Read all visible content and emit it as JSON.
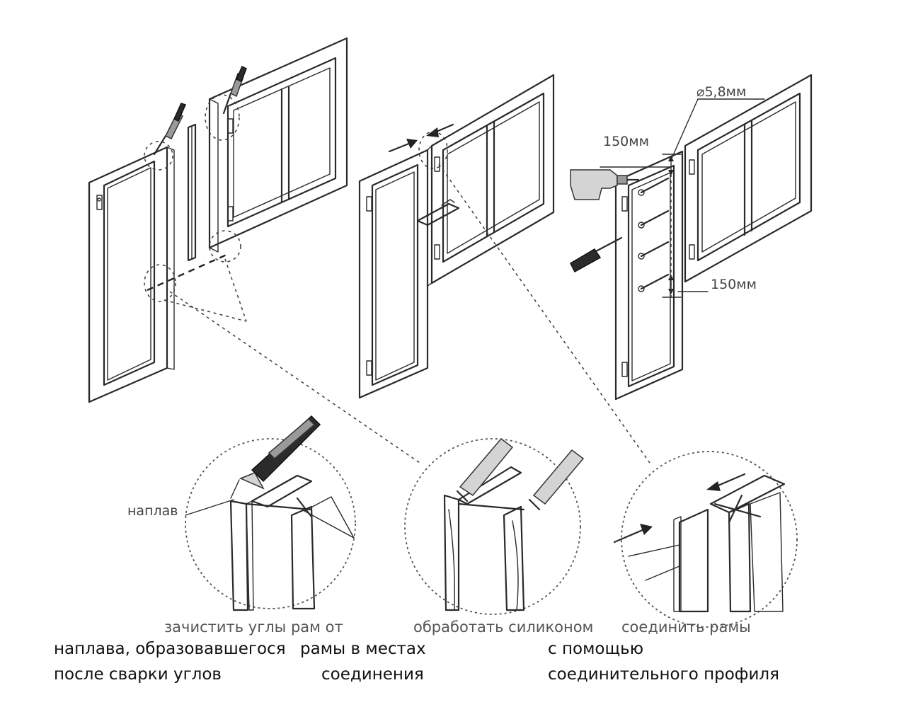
{
  "labels": {
    "diameter": "⌀5,8мм",
    "dim_top": "150мм",
    "dim_bottom": "150мм",
    "naplav": "наплав"
  },
  "captions": {
    "step1_line1": "зачистить углы рам от",
    "step1_line2": "наплава, образовавшегося",
    "step1_line3": "после сварки углов",
    "step2_line1": "обработать силиконом",
    "step2_line2": "рамы в местах",
    "step2_line3": "соединения",
    "step3_line1": "соединить рамы",
    "step3_line2": "с помощью",
    "step3_line3": "соединительного профиля"
  }
}
